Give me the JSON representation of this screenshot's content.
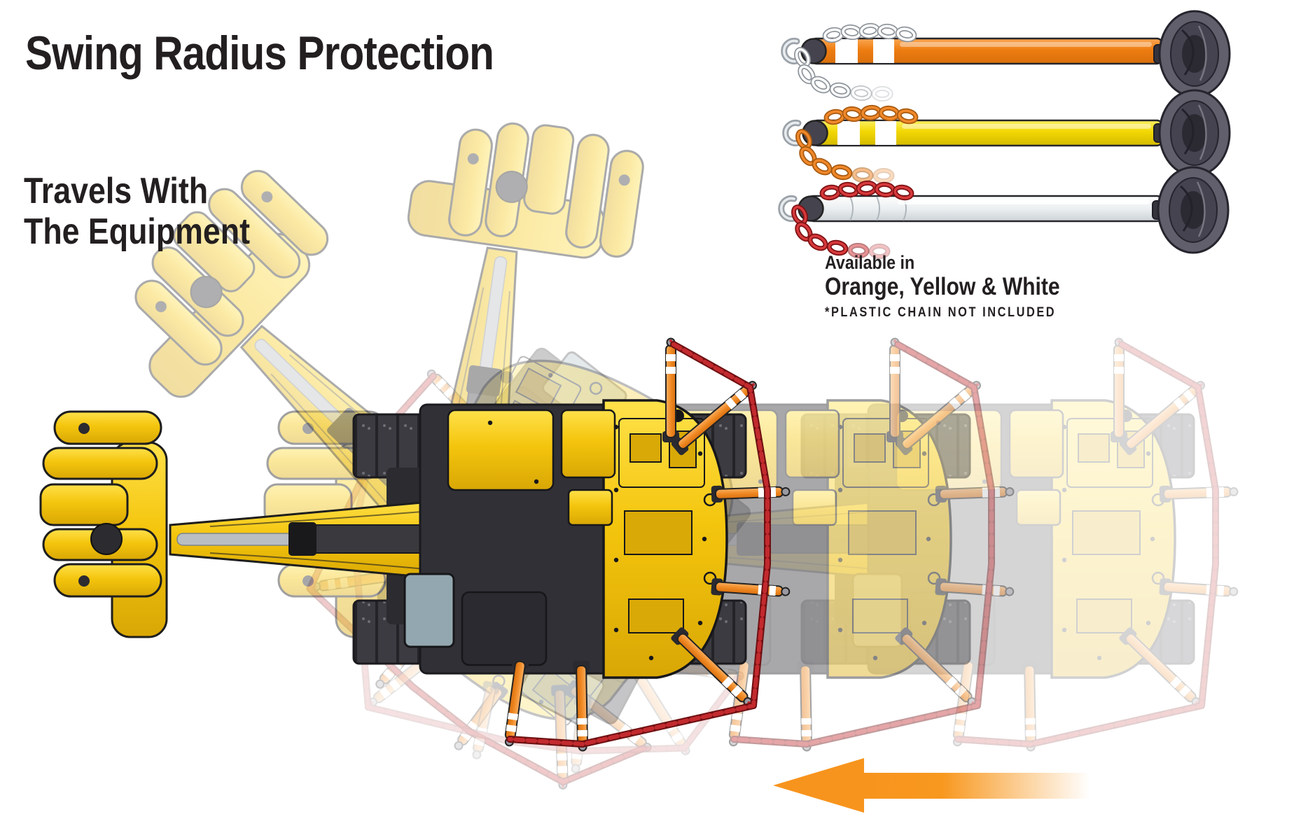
{
  "title": "Swing Radius Protection",
  "subtitle": {
    "line1": "Travels With",
    "line2": "The Equipment"
  },
  "availability": {
    "intro": "Available in",
    "colors": "Orange, Yellow & White",
    "note": "*PLASTIC CHAIN NOT INCLUDED"
  },
  "products": [
    {
      "label": "Orange pole with plastic chain",
      "pole_color": "#EE7D11",
      "stripe_color": "#FFFFFF",
      "chain_color": "#E9EDEF",
      "base_color": "#5F5D69"
    },
    {
      "label": "Yellow pole with plastic chain",
      "pole_color": "#F2D703",
      "stripe_color": "#FFFFFF",
      "chain_color": "#F0882A",
      "base_color": "#5F5D69"
    },
    {
      "label": "White pole with plastic chain",
      "pole_color": "#EDF0F2",
      "stripe_color": "#FFFFFF",
      "chain_color": "#CE2027",
      "base_color": "#5F5D69"
    }
  ],
  "illustration": {
    "machine_color": "#F4C50D",
    "ghost_machine_color": "#F6E9B8",
    "track_color": "#3B3B41",
    "barrier_post_color": "#F08A24",
    "barrier_chain_color": "#C0272D",
    "arrow_color": "#F7941D",
    "travel_direction": "left"
  }
}
